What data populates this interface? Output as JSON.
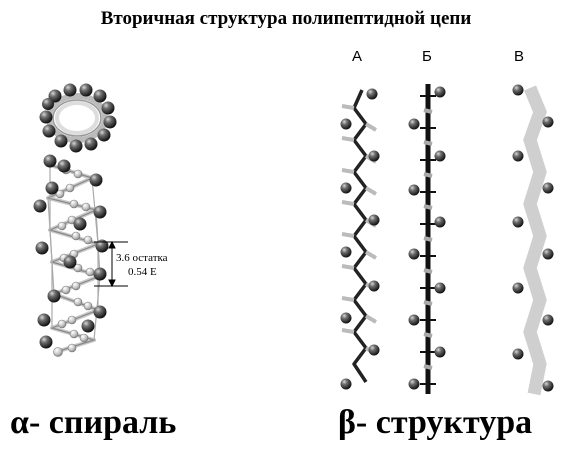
{
  "title": "Вторичная структура полипептидной цепи",
  "panels": {
    "a": "А",
    "b": "Б",
    "v": "В"
  },
  "helix_annotation": {
    "residues": "3.6 остатка",
    "pitch": "0.54 Е"
  },
  "captions": {
    "alpha": "α- спираль",
    "beta": "β- структура"
  }
}
